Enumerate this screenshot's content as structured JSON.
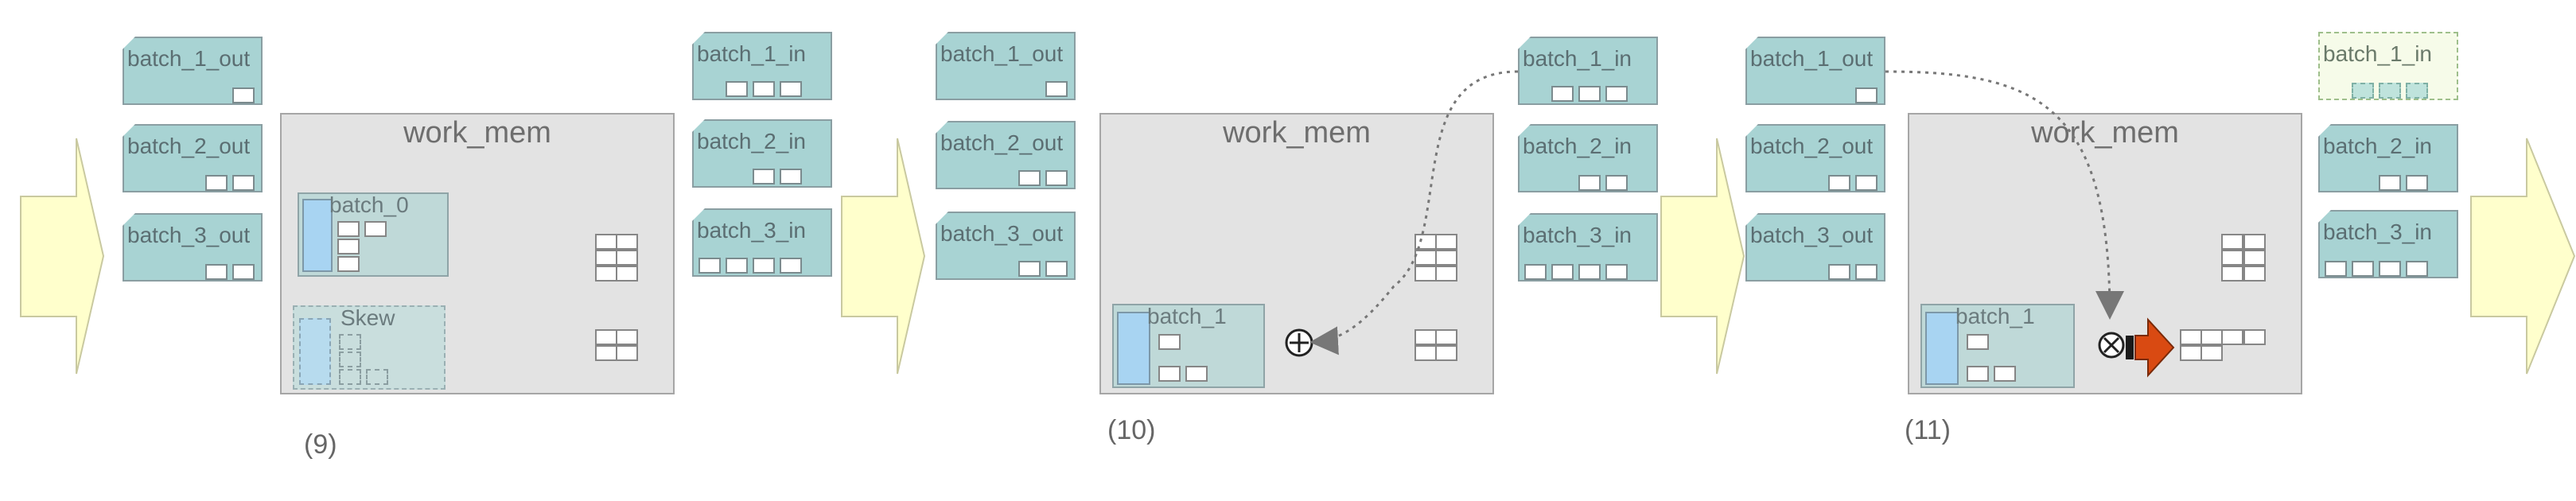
{
  "labels": {
    "work_mem": "work_mem",
    "batch_0": "batch_0",
    "batch_1": "batch_1",
    "skew": "Skew",
    "b1_out": "batch_1_out",
    "b2_out": "batch_2_out",
    "b3_out": "batch_3_out",
    "b1_in": "batch_1_in",
    "b2_in": "batch_2_in",
    "b3_in": "batch_3_in"
  },
  "steps": [
    "(9)",
    "(10)",
    "(11)"
  ],
  "colors": {
    "arrow_fill": "#ffffcc",
    "card_fill": "#a8d3d3",
    "workmem_fill": "#e3e3e3",
    "result_arrow": "#d94a12"
  },
  "icons": {
    "join_op": "circled-plus-icon",
    "probe_op": "circled-times-icon",
    "emit": "output-arrow-icon"
  }
}
